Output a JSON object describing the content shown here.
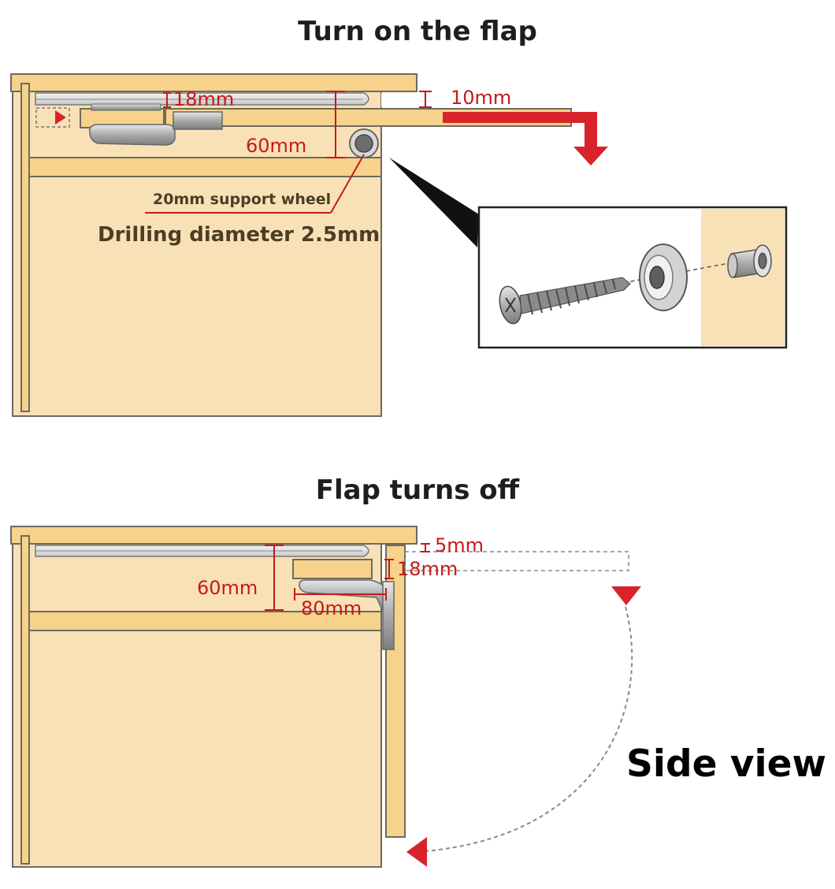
{
  "top": {
    "title": "Turn on the flap",
    "dims": {
      "thickness": "18mm",
      "gap": "10mm",
      "depth": "60mm"
    },
    "wheel_label": "20mm support wheel",
    "drill_label": "Drilling diameter 2.5mm",
    "inset_icons": [
      "screw-icon",
      "bearing-wheel-icon",
      "sleeve-bushing-icon"
    ]
  },
  "bottom": {
    "title": "Flap turns off",
    "dims": {
      "gap": "5mm",
      "thickness": "18mm",
      "depth": "60mm",
      "offset": "80mm"
    },
    "view_label": "Side view"
  },
  "colors": {
    "wood": "#f9e1b7",
    "wood_edge": "#f6d28a",
    "outline": "#6d6a5e",
    "accent_red": "#d9232a",
    "metal": "#b5b7b6"
  }
}
